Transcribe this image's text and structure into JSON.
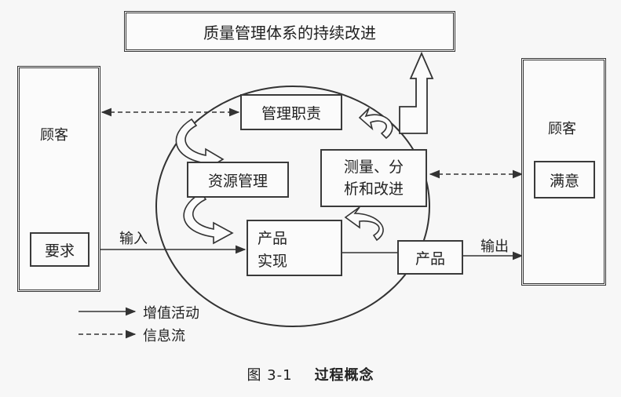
{
  "title": "质量管理体系的持续改进",
  "left_customer": {
    "label": "顾客",
    "requirement": "要求"
  },
  "right_customer": {
    "label": "顾客",
    "satisfaction": "满意"
  },
  "processes": {
    "management_responsibility": "管理职责",
    "resource_management": "资源管理",
    "measurement": "测量、分析和改进",
    "measurement_line1": "测量、分",
    "measurement_line2": "析和改进",
    "product_realization": "产品实现",
    "product_realization_line1": "产品",
    "product_realization_line2": "实现"
  },
  "product_box": "产品",
  "flow_labels": {
    "input": "输入",
    "output": "输出"
  },
  "legend": {
    "value_adding": "增值活动",
    "information_flow": "信息流"
  },
  "caption": {
    "number": "图 3-1",
    "title": "过程概念"
  },
  "colors": {
    "line": "#333333",
    "background": "#f7f7f7"
  }
}
